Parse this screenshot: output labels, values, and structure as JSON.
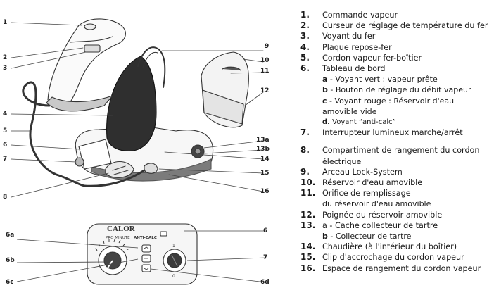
{
  "callouts": {
    "c1": "1",
    "c2": "2",
    "c3": "3",
    "c4": "4",
    "c5": "5",
    "c6": "6",
    "c7": "7",
    "c8": "8",
    "c9": "9",
    "c10": "10",
    "c11": "11",
    "c12": "12",
    "c13a": "13a",
    "c13b": "13b",
    "c14": "14",
    "c15": "15",
    "c16": "16",
    "p6a": "6a",
    "p6b": "6b",
    "p6c": "6c",
    "p6d": "6d",
    "p6": "6",
    "p7": "7"
  },
  "panel": {
    "brand": "CALOR",
    "model": "PRO MINUTE",
    "anticalc": "ANTI-CALC",
    "switch_on": "1",
    "switch_off": "0"
  },
  "legend": [
    {
      "num": "1.",
      "text": "Commande vapeur"
    },
    {
      "num": "2.",
      "text": "Curseur de réglage de température du fer"
    },
    {
      "num": "3.",
      "text": "Voyant du fer"
    },
    {
      "num": "4.",
      "text": "Plaque repose-fer"
    },
    {
      "num": "5.",
      "text": "Cordon vapeur fer-boîtier"
    },
    {
      "num": "6.",
      "text": "Tableau de bord"
    },
    {
      "num": "7.",
      "text": "Interrupteur lumineux marche/arrêt"
    },
    {
      "num": "8.",
      "text": "Compartiment de rangement du cordon"
    },
    {
      "num": "9.",
      "text": "Arceau Lock-System"
    },
    {
      "num": "10.",
      "text": "Réservoir d'eau amovible"
    },
    {
      "num": "11.",
      "text": "Orifice de remplissage"
    },
    {
      "num": "12.",
      "text": "Poignée du réservoir amovible"
    },
    {
      "num": "13.",
      "text": "a - Cache collecteur de tartre"
    },
    {
      "num": "14.",
      "text": "Chaudière (à l'intérieur du boîtier)"
    },
    {
      "num": "15.",
      "text": "Clip d'accrochage du cordon vapeur"
    },
    {
      "num": "16.",
      "text": "Espace de rangement du cordon vapeur"
    }
  ],
  "sub6": [
    {
      "key": "a",
      "text": " - Voyant vert : vapeur prête"
    },
    {
      "key": "b",
      "text": " - Bouton de réglage du débit vapeur"
    },
    {
      "key": "c",
      "text": " - Voyant rouge : Réservoir d'eau"
    }
  ],
  "cont6c": "amovible vide",
  "sub6d": {
    "key": "d.",
    "text": " Voyant “anti-calc”"
  },
  "cont8": "électrique",
  "cont11": "du réservoir d'eau amovible",
  "sub13b": {
    "key": "b",
    "text": " - Collecteur de tartre"
  }
}
